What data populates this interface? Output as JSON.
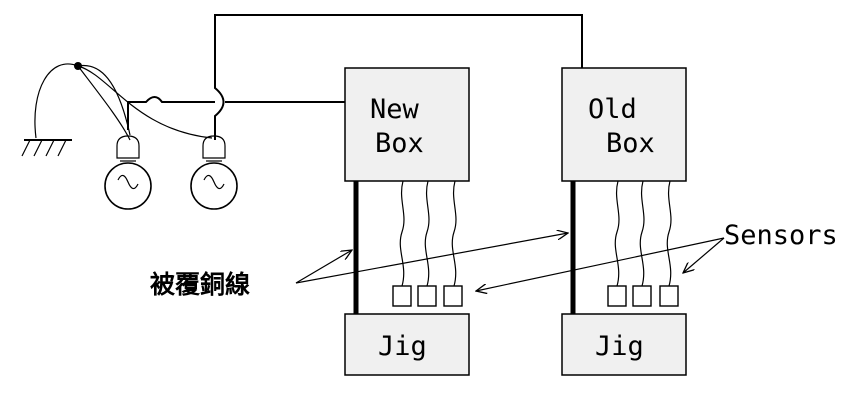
{
  "boxes": {
    "new_line1": "New",
    "new_line2": "Box",
    "old_line1": "Old",
    "old_line2": "Box"
  },
  "jigs": {
    "left": "Jig",
    "right": "Jig"
  },
  "labels": {
    "sensors": "Sensors",
    "copper_wire": "被覆銅線"
  }
}
